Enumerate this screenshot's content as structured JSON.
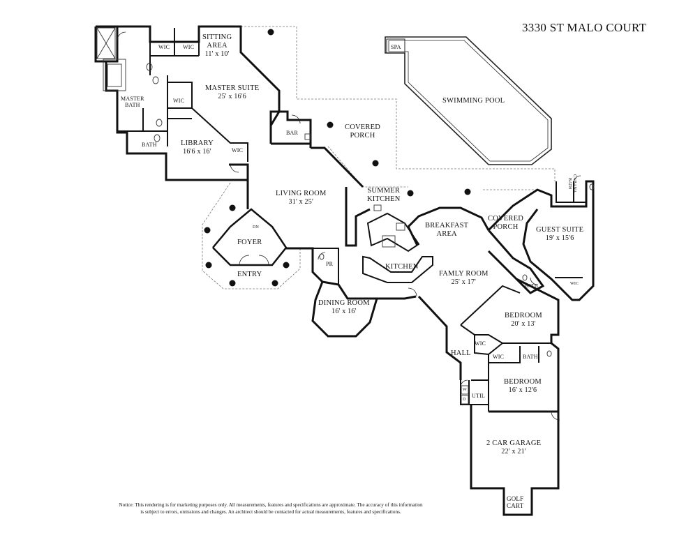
{
  "title": "3330 ST MALO COURT",
  "notice": [
    "Notice: This rendering is for marketing purposes only. All measurements, features and specifications are approximate. The accuracy of this information",
    "is subject to errors, omissions and changes. An architect should be contacted for actual measurements, features and specifications."
  ],
  "rooms": {
    "sitting_area": {
      "name": "SITTING\nAREA",
      "dims": "11' x 10'"
    },
    "wic_1": "WIC",
    "wic_2": "WIC",
    "wic_master": "WIC",
    "master_suite": {
      "name": "MASTER SUITE",
      "dims": "25' x 16'6"
    },
    "master_bath": "MASTER\nBATH",
    "bath_library": "BATH",
    "library": {
      "name": "LIBRARY",
      "dims": "16'6 x 16'"
    },
    "wic_library": "WIC",
    "bar": "BAR",
    "covered_porch_main": "COVERED\nPORCH",
    "spa": "SPA",
    "swimming_pool": "SWIMMING POOL",
    "living_room": {
      "name": "LIVING ROOM",
      "dims": "31' x 25'"
    },
    "summer_kitchen": "SUMMER\nKITCHEN",
    "foyer": "FOYER",
    "dn": "DN",
    "entry": "ENTRY",
    "breakfast_area": "BREAKFAST\nAREA",
    "covered_porch_guest": "COVERED\nPORCH",
    "guest_suite": {
      "name": "GUEST SUITE",
      "dims": "19' x 15'6"
    },
    "cabana_bath": "CABANA\nBATH",
    "wic_guest": "WIC",
    "kitchen": "KITCHEN",
    "pr": "PR",
    "family_room": {
      "name": "FAMLY ROOM",
      "dims": "25' x 17'"
    },
    "dining_room": {
      "name": "DINING ROOM",
      "dims": "16' x 16'"
    },
    "bath_bed1": "BATH",
    "bedroom_1": {
      "name": "BEDROOM",
      "dims": "20' x 13'"
    },
    "wic_bed1": "WIC",
    "wic_bed2": "WIC",
    "bath_bed2": "BATH",
    "hall": "HALL",
    "bedroom_2": {
      "name": "BEDROOM",
      "dims": "16' x 12'6"
    },
    "util": "UTIL",
    "washer": "W",
    "dryer": "D",
    "garage": {
      "name": "2 CAR GARAGE",
      "dims": "22' x 21'"
    },
    "golf_cart": "GOLF\nCART"
  }
}
